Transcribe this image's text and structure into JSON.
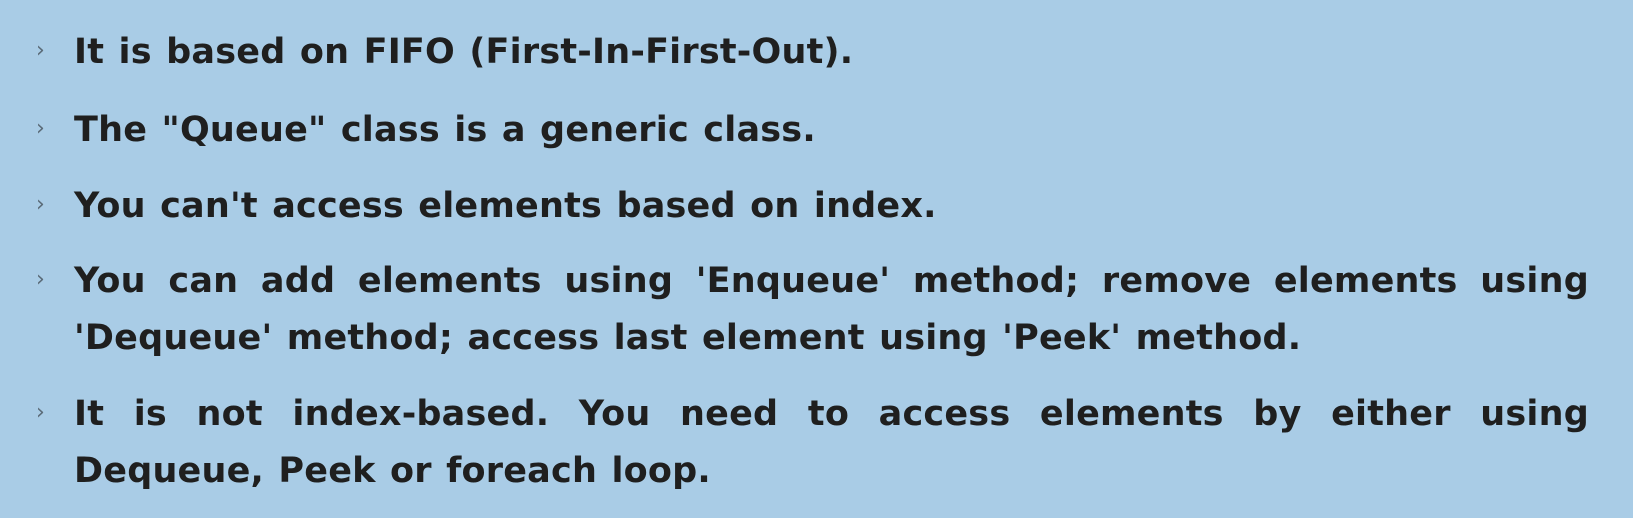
{
  "bullets": [
    {
      "text": "It is based on FIFO (First-In-First-Out)."
    },
    {
      "text": "The \"Queue\" class is a generic class."
    },
    {
      "text": "You can't access elements based on index."
    },
    {
      "text": "You can add elements using 'Enqueue' method; remove elements using 'Dequeue' method; access last element using 'Peek' method."
    },
    {
      "text": "It is not index-based. You need to access elements by either using Dequeue, Peek or foreach loop."
    }
  ],
  "marker_glyph": "›"
}
